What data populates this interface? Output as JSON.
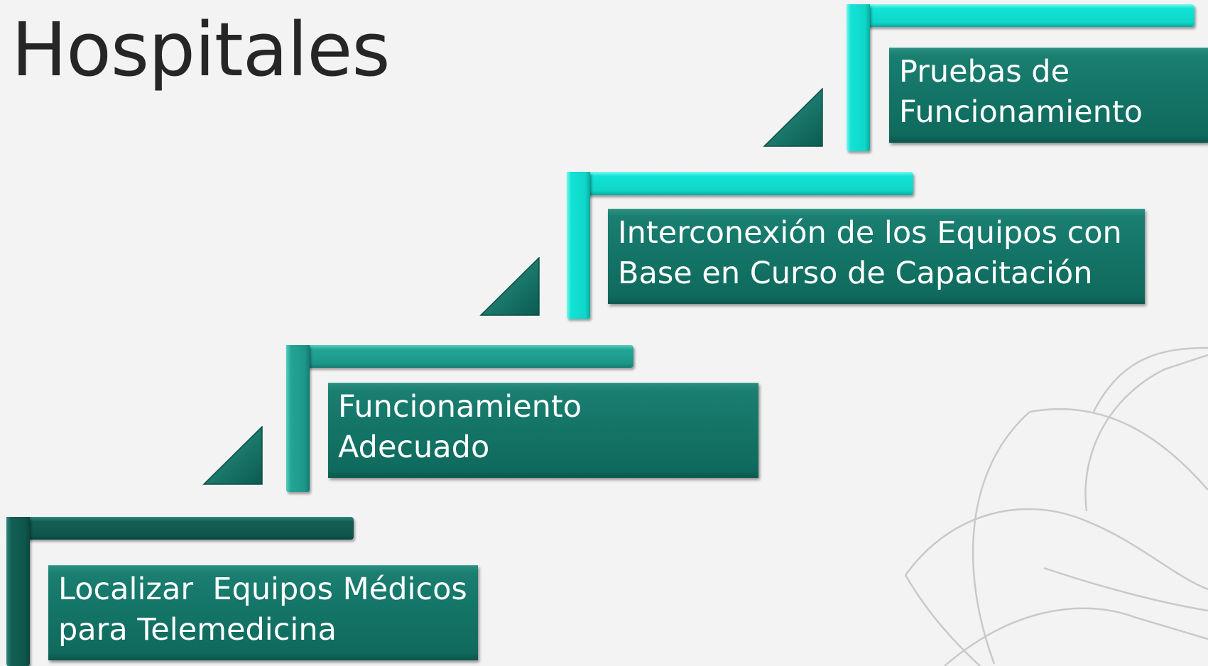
{
  "title": "Hospitales",
  "steps": [
    {
      "label": "Localizar  Equipos Médicos\npara Telemedicina"
    },
    {
      "label": "Funcionamiento\nAdecuado"
    },
    {
      "label": "Interconexión de los Equipos con\nBase en Curso de Capacitación"
    },
    {
      "label": "Pruebas de\nFuncionamiento"
    }
  ],
  "colors": {
    "background": "#f3f3f3",
    "box": "#137466",
    "step1_bracket": "#0f564d",
    "step2_bracket": "#1c978a",
    "step3_bracket": "#0ed6c8",
    "step4_bracket": "#0ed6c8",
    "arrow": "#0f6a5d"
  },
  "decoration": "light gray curved petal outline lines bottom-right"
}
